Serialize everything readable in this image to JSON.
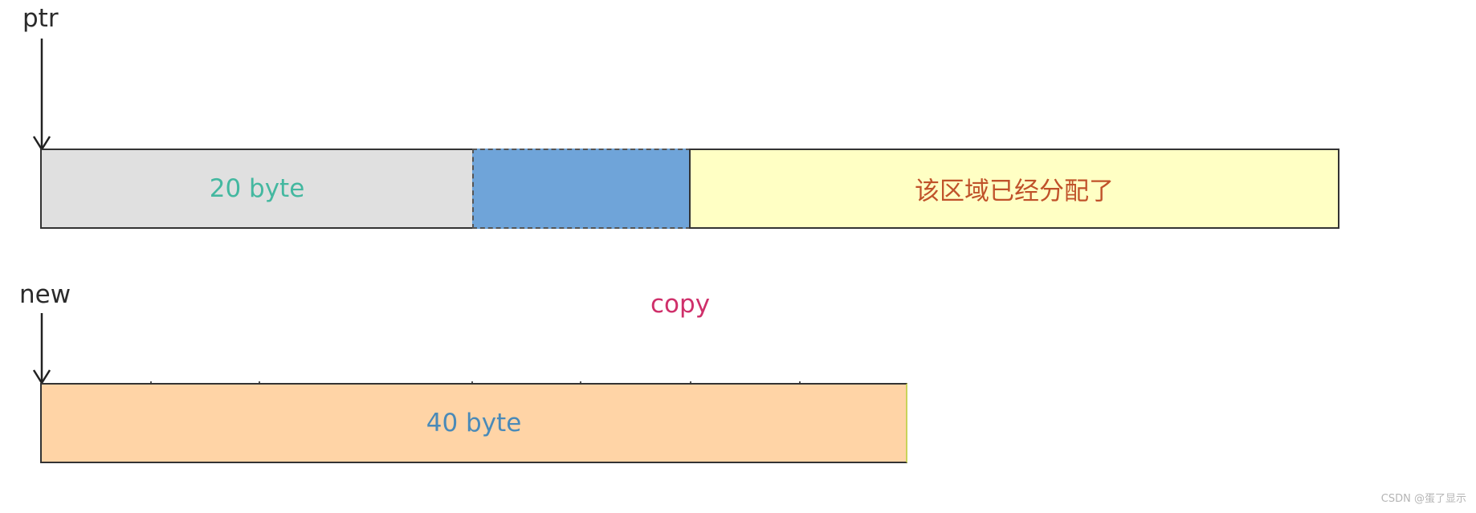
{
  "labels": {
    "ptr": "ptr",
    "new": "new",
    "copy": "copy"
  },
  "blocks": {
    "ptr_block": "20 byte",
    "extension": "",
    "allocated": "该区域已经分配了",
    "new_block": "40 byte"
  },
  "colors": {
    "ptr_block": "#e0e0e0",
    "extension": "#6fa4d9",
    "allocated": "#ffffc4",
    "new_block": "#ffd4a6",
    "ptr_text": "#44b8a0",
    "allocated_text": "#c0522a",
    "new_text": "#4a8ab8",
    "copy_text": "#cf2f6a"
  },
  "watermark": "CSDN @蛋了显示"
}
